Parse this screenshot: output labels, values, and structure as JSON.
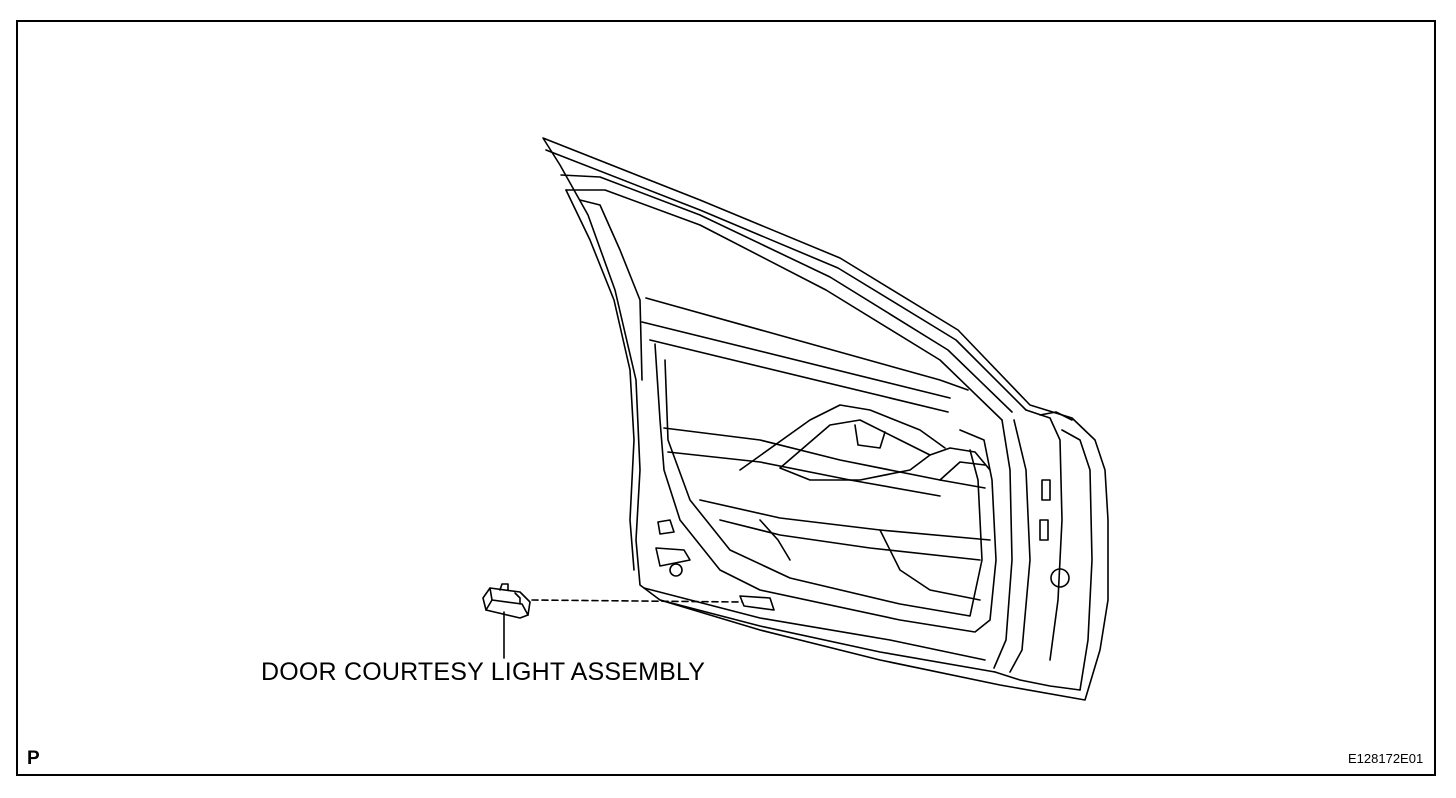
{
  "figure": {
    "part_label": "DOOR COURTESY LIGHT ASSEMBLY",
    "view_code": "P",
    "figure_id": "E128172E01"
  },
  "components": {
    "door": "front-door-panel",
    "part": "door-courtesy-light"
  }
}
